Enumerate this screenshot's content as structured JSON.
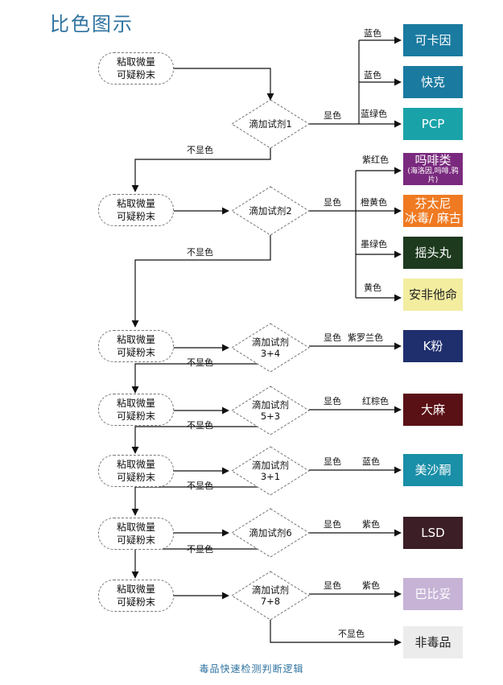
{
  "title": "比色图示",
  "caption": "毒品快速检测判断逻辑",
  "sample_line1": "粘取微量",
  "sample_line2": "可疑粉末",
  "reagents": [
    {
      "label": [
        "滴加试剂1"
      ]
    },
    {
      "label": [
        "滴加试剂2"
      ]
    },
    {
      "label": [
        "滴加试剂",
        "3+4"
      ]
    },
    {
      "label": [
        "滴加试剂",
        "5+3"
      ]
    },
    {
      "label": [
        "滴加试剂",
        "3+1"
      ]
    },
    {
      "label": [
        "滴加试剂6"
      ]
    },
    {
      "label": [
        "滴加试剂",
        "7+8"
      ]
    }
  ],
  "show_color": "显色",
  "no_color": "不显色",
  "colors": {
    "可卡因": "蓝色",
    "快克": "蓝色",
    "PCP": "蓝绿色",
    "吗啡类": "紫红色",
    "芬太尼": "橙黄色",
    "摇头丸": "墨绿色",
    "安非他命": "黄色",
    "K粉": "紫罗兰色",
    "大麻": "红棕色",
    "美沙酮": "蓝色",
    "LSD": "紫色",
    "巴比妥": "紫色"
  },
  "results": [
    {
      "id": "cocaine",
      "lines": [
        "可卡因"
      ],
      "bg": "#1a7aa0"
    },
    {
      "id": "crack",
      "lines": [
        "快克"
      ],
      "bg": "#1a7aa0"
    },
    {
      "id": "pcp",
      "lines": [
        "PCP"
      ],
      "bg": "#19a3a8"
    },
    {
      "id": "morphine",
      "lines": [
        "吗啡类",
        "(海洛因,吗啡,鸦片)"
      ],
      "bg": "#7a2a7e"
    },
    {
      "id": "fentanyl",
      "lines": [
        "芬太尼",
        "冰毒/ 麻古"
      ],
      "bg": "#ef7a22"
    },
    {
      "id": "ecstasy",
      "lines": [
        "摇头丸"
      ],
      "bg": "#1d3a1e"
    },
    {
      "id": "amphetamine",
      "lines": [
        "安非他命"
      ],
      "bg": "#f3eda0",
      "dark": true
    },
    {
      "id": "ketamine",
      "lines": [
        "K粉"
      ],
      "bg": "#1f2f6e"
    },
    {
      "id": "cannabis",
      "lines": [
        "大麻"
      ],
      "bg": "#5a1116"
    },
    {
      "id": "methadone",
      "lines": [
        "美沙酮"
      ],
      "bg": "#1a8fa8"
    },
    {
      "id": "lsd",
      "lines": [
        "LSD"
      ],
      "bg": "#3b1e26"
    },
    {
      "id": "barbiturate",
      "lines": [
        "巴比妥"
      ],
      "bg": "#c6b3d6"
    },
    {
      "id": "non-drug",
      "lines": [
        "非毒品"
      ],
      "bg": "#ececec",
      "dark": true
    }
  ]
}
